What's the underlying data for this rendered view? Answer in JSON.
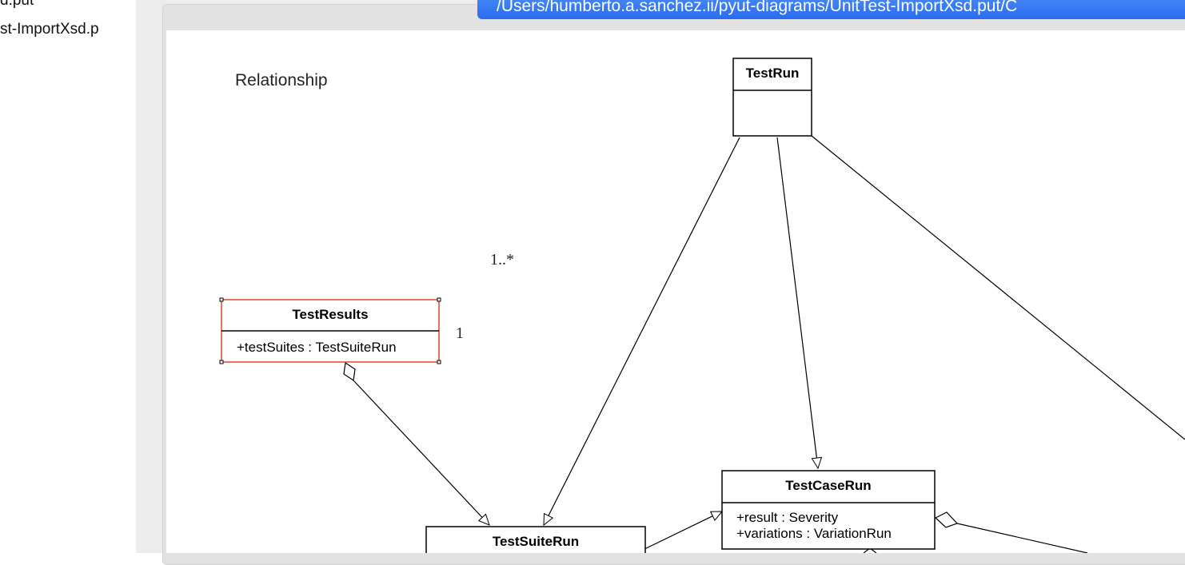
{
  "sidebar": {
    "files": [
      "d.put",
      "st-ImportXsd.p"
    ]
  },
  "tooltip": {
    "path": "/Users/humberto.a.sanchez.ii/pyut-diagrams/UnitTest-ImportXsd.put/C"
  },
  "diagram": {
    "label": "Relationship",
    "multiplicity_many": "1..*",
    "multiplicity_one": "1",
    "classes": {
      "test_run": {
        "name": "TestRun"
      },
      "test_results": {
        "name": "TestResults",
        "attributes": [
          "+testSuites : TestSuiteRun"
        ]
      },
      "test_suite_run": {
        "name": "TestSuiteRun"
      },
      "test_case_run": {
        "name": "TestCaseRun",
        "attributes": [
          "+result : Severity",
          "+variations : VariationRun"
        ]
      }
    },
    "selection_color": "#e8412c"
  }
}
